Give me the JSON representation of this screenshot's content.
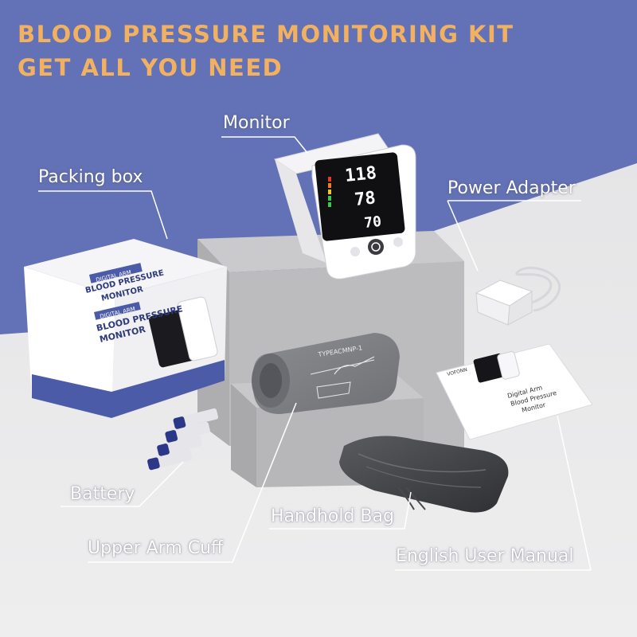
{
  "headline": {
    "line1": "BLOOD PRESSURE MONITORING KIT",
    "line2": "GET ALL YOU NEED"
  },
  "labels": {
    "monitor": "Monitor",
    "packing_box": "Packing box",
    "power_adapter": "Power Adapter",
    "battery": "Battery",
    "handhold_bag": "Handhold Bag",
    "upper_arm_cuff": "Upper Arm Cuff",
    "user_manual": "English User Manual"
  },
  "product_box": {
    "badge": "DIGITAL ARM",
    "title_line1": "BLOOD PRESSURE",
    "title_line2": "MONITOR"
  },
  "monitor_display": {
    "systolic": "118",
    "diastolic": "78",
    "pulse": "70"
  },
  "cuff": {
    "model_text": "TYPEACMNP-1"
  },
  "manual": {
    "brand": "VOFONN",
    "title_line1": "Digital Arm",
    "title_line2": "Blood Pressure",
    "title_line3": "Monitor"
  },
  "colors": {
    "headline": "#f2b160",
    "backdrop": "#6372b6",
    "floor": "#e9e9ea",
    "box_accent": "#4c5ba8",
    "label_text": "#ffffff"
  }
}
